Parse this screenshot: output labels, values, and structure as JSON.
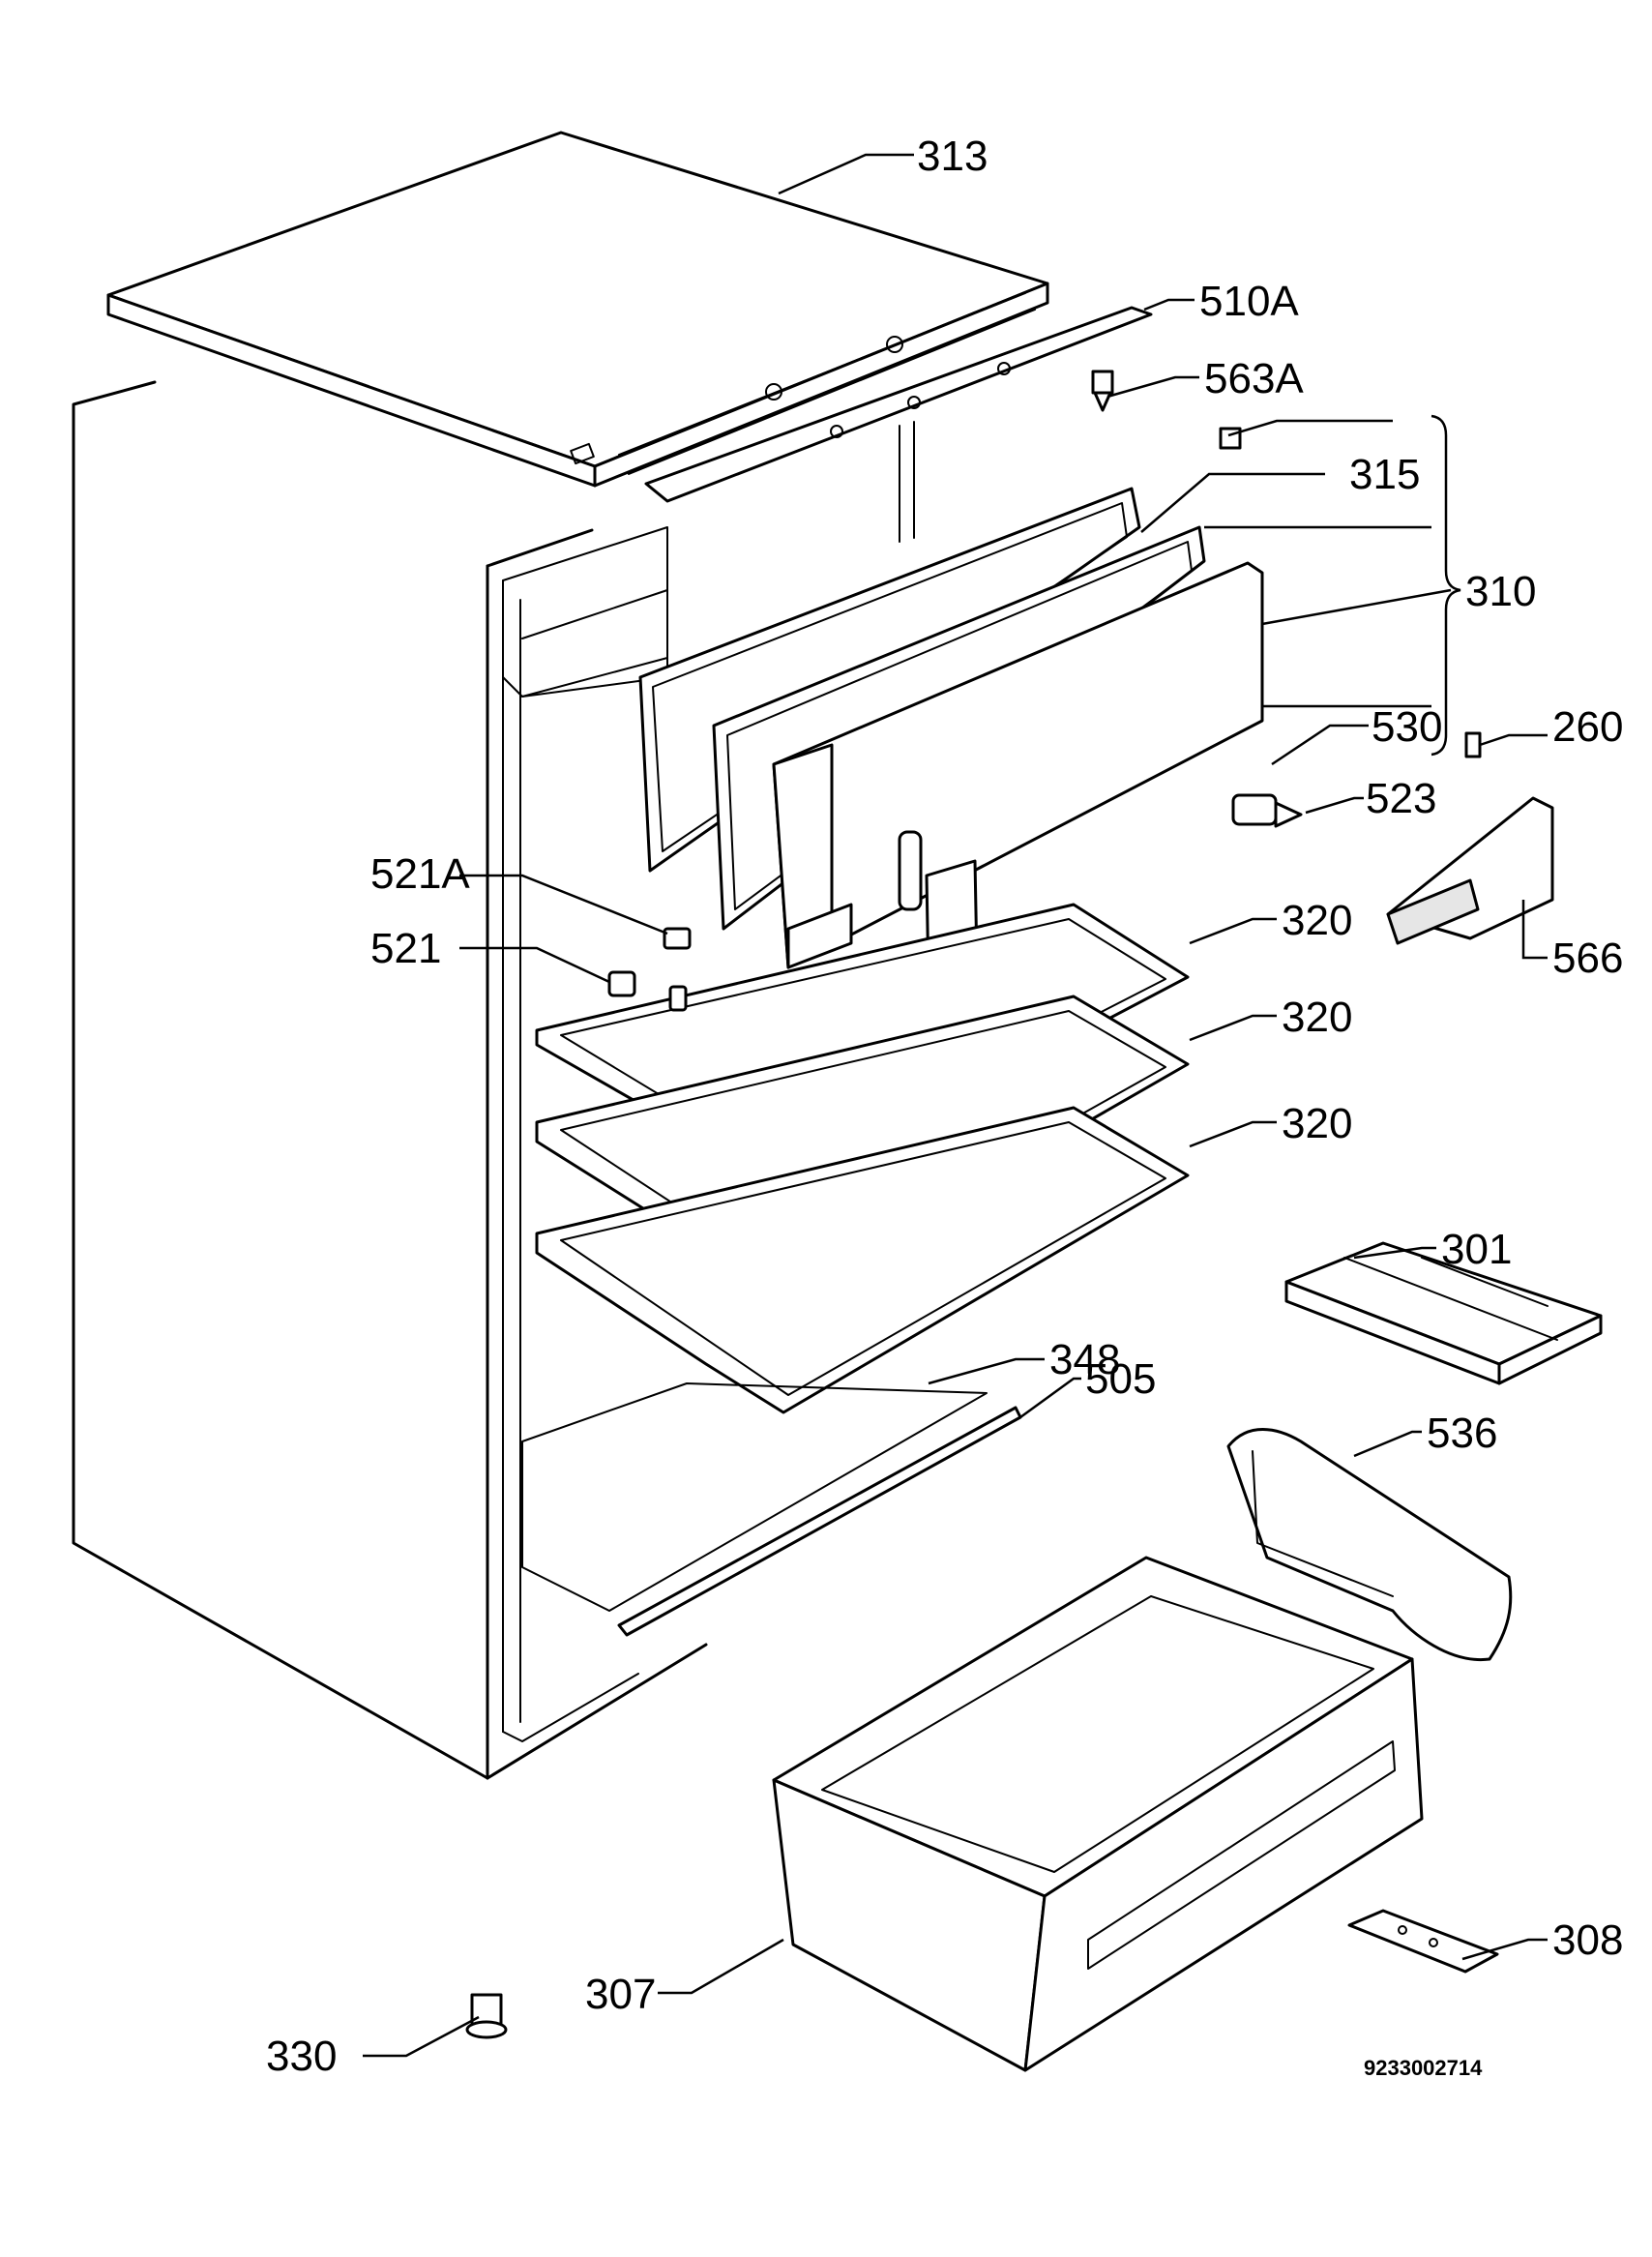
{
  "labels": {
    "p313": "313",
    "p510a": "510A",
    "p563a": "563A",
    "p315": "315",
    "p310": "310",
    "p260": "260",
    "p530": "530",
    "p523": "523",
    "p521a": "521A",
    "p521": "521",
    "p566": "566",
    "p320a": "320",
    "p320b": "320",
    "p320c": "320",
    "p301": "301",
    "p348": "348",
    "p505": "505",
    "p536": "536",
    "p307": "307",
    "p308": "308",
    "p330": "330"
  },
  "drawing_code": "9233002714"
}
